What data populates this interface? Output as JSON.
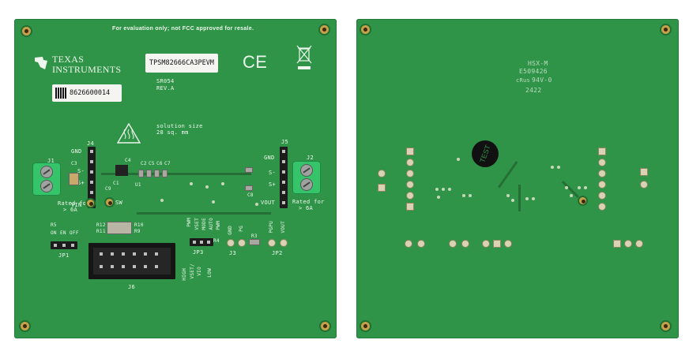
{
  "front": {
    "fcc_notice": "For evaluation only; not FCC approved for resale.",
    "logo_line1": "TEXAS",
    "logo_line2": "INSTRUMENTS",
    "part_label": "TPSM82666CA3PEVM",
    "ce_mark": "CE",
    "serial_number": "8626600014",
    "board_code": "SR054",
    "revision": "REV.A",
    "solution_size_line1": "solution size",
    "solution_size_line2": "28 sq. mm",
    "connector_j1": "J1",
    "connector_j2": "J2",
    "connector_j3": "J3",
    "connector_j4": "J4",
    "connector_j5": "J5",
    "connector_j6": "J6",
    "jumper_jp1": "JP1",
    "jumper_jp2": "JP2",
    "jumper_jp3": "JP3",
    "j4_pins": [
      "GND",
      "S-",
      "S+",
      "VIN"
    ],
    "j5_pins": [
      "GND",
      "S-",
      "S+",
      "VOUT"
    ],
    "j3_pins": [
      "GND",
      "PG"
    ],
    "jp2_pins": [
      "PGPU",
      "VOUT"
    ],
    "jp3_pins": [
      "PWM",
      "VSET",
      "MODE",
      "AUTO",
      "PWM"
    ],
    "jp3_side": [
      "HIGH",
      "VSET/",
      "VIO",
      "LOW"
    ],
    "jp1_pins": [
      "ON",
      "EN",
      "OFF"
    ],
    "rated_j1_line1": "Rated for",
    "rated_j1_line2": "> 6A",
    "rated_j2_line1": "Rated for",
    "rated_j2_line2": "> 6A",
    "sw_label": "SW",
    "refdes": {
      "c1": "C1",
      "c2": "C2",
      "c3": "C3",
      "c4": "C4",
      "c5": "C5",
      "c6": "C6",
      "c7": "C7",
      "c8": "C8",
      "c9": "C9",
      "r3": "R3",
      "r4": "R4",
      "r5": "R5",
      "r9": "R9",
      "r10": "R10",
      "r11": "R11",
      "r12": "R12",
      "u1": "U1"
    }
  },
  "back": {
    "marking_line1": "HSX-M",
    "marking_line2": "E509426",
    "marking_line3": "94V-0",
    "ul_mark": "cRus",
    "date_code": "2422",
    "test_stamp": "TEST"
  }
}
